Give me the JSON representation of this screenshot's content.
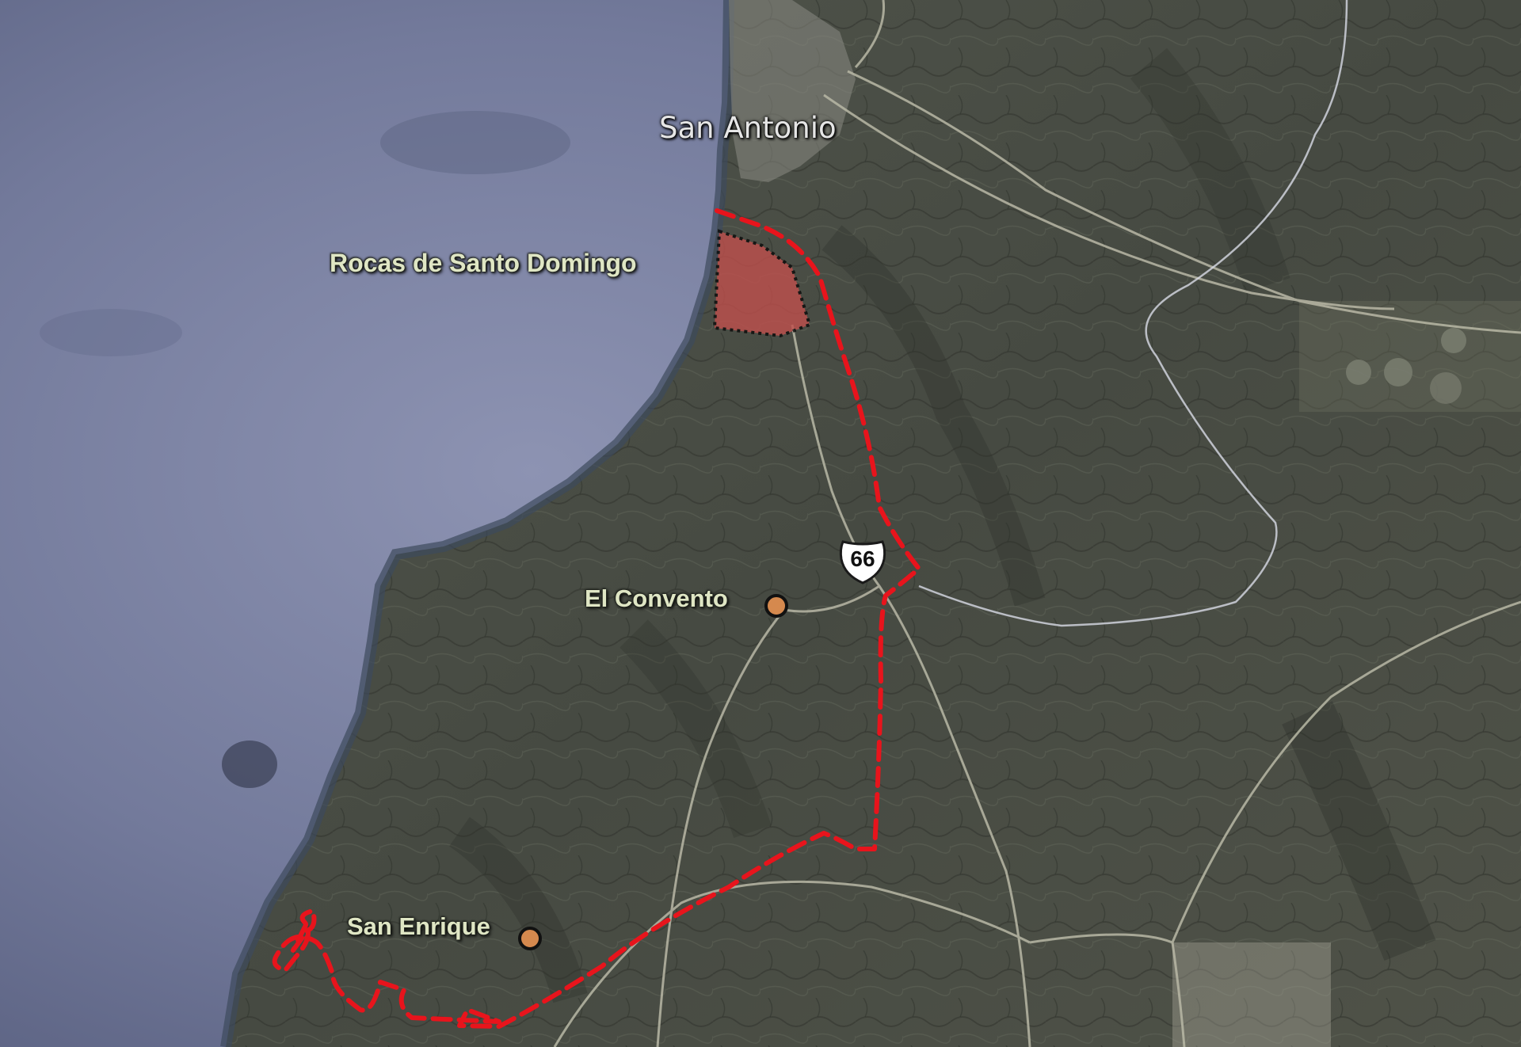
{
  "map": {
    "city_label": "San Antonio",
    "region_label": "Rocas de Santo Domingo",
    "places": [
      {
        "name": "El Convento",
        "marker_color": "#d5894e"
      },
      {
        "name": "San Enrique",
        "marker_color": "#d5894e"
      }
    ],
    "highway_shield": "66",
    "route_color": "#e8141c",
    "area_fill_color": "#c0504d",
    "area_border_style": "dotted-black"
  }
}
